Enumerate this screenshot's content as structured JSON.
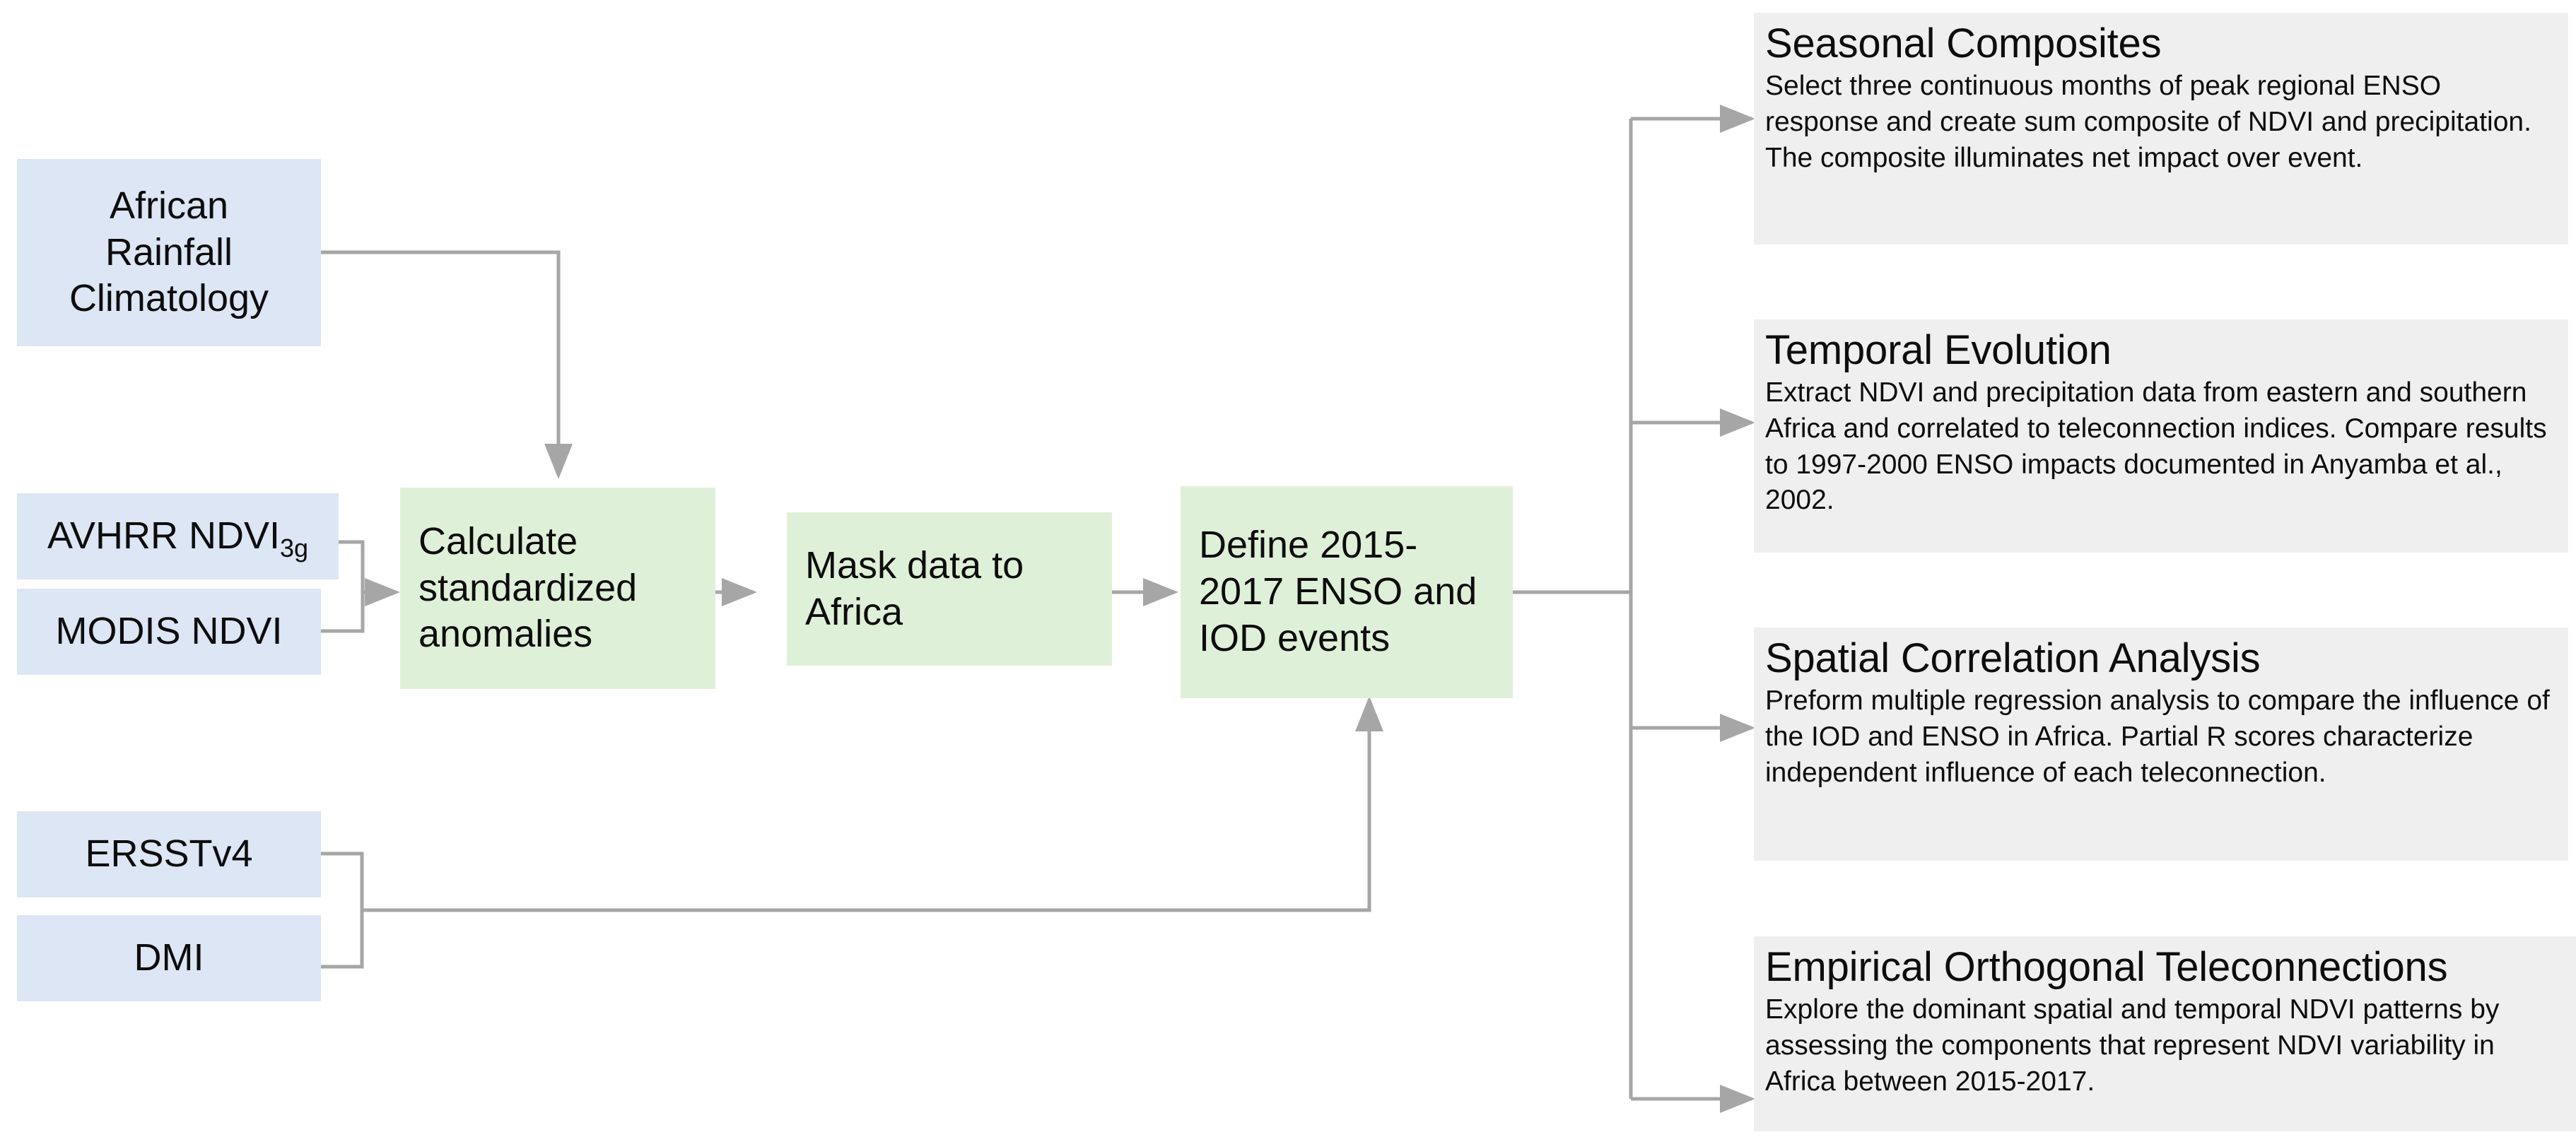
{
  "diagram": {
    "title": "ENSO / IOD NDVI research methodology flowchart",
    "colors": {
      "data_box_fill": "#dce6f4",
      "process_box_fill": "#dff0d8",
      "panel_fill": "#efefef",
      "connector": "#a6a6a6",
      "text": "#0d0d0d",
      "background": "#ffffff"
    },
    "inputs": [
      {
        "id": "african-rainfall-climatology",
        "name": "African Rainfall Climatology",
        "lines": [
          "African",
          "Rainfall",
          "Climatology"
        ]
      },
      {
        "id": "avhrr-ndvi3g",
        "name": "AVHRR NDVI3g",
        "text_main": "AVHRR NDVI",
        "text_sub": "3g"
      },
      {
        "id": "modis-ndvi",
        "name": "MODIS NDVI",
        "text_main": "MODIS NDVI"
      },
      {
        "id": "ersstv4",
        "name": "ERSSTv4",
        "text_main": "ERSSTv4"
      },
      {
        "id": "dmi",
        "name": "DMI",
        "text_main": "DMI"
      }
    ],
    "processes": [
      {
        "id": "calculate-standardized-anomalies",
        "lines": [
          "Calculate",
          "standardized",
          "anomalies"
        ]
      },
      {
        "id": "mask-data-to-africa",
        "lines": [
          "Mask data to",
          "Africa"
        ]
      },
      {
        "id": "define-enso-iod-events",
        "lines": [
          "Define 2015-",
          "2017 ENSO and",
          "IOD events"
        ]
      }
    ],
    "outputs": [
      {
        "id": "seasonal-composites",
        "title": "Seasonal Composites",
        "body": "Select three continuous months of peak regional ENSO response and create sum composite of NDVI and precipitation. The composite illuminates net impact over event."
      },
      {
        "id": "temporal-evolution",
        "title": "Temporal Evolution",
        "body": "Extract NDVI and precipitation data from eastern and southern Africa and correlated to teleconnection indices. Compare results to 1997-2000 ENSO impacts documented in Anyamba et al., 2002."
      },
      {
        "id": "spatial-correlation-analysis",
        "title": "Spatial Correlation Analysis",
        "body": "Preform multiple regression analysis to compare the influence of the IOD and ENSO in Africa. Partial R scores characterize independent influence of each teleconnection."
      },
      {
        "id": "empirical-orthogonal-teleconnections",
        "title": "Empirical Orthogonal Teleconnections",
        "body": "Explore the dominant spatial and temporal NDVI patterns by assessing the components that represent NDVI variability in Africa between 2015-2017."
      }
    ]
  }
}
